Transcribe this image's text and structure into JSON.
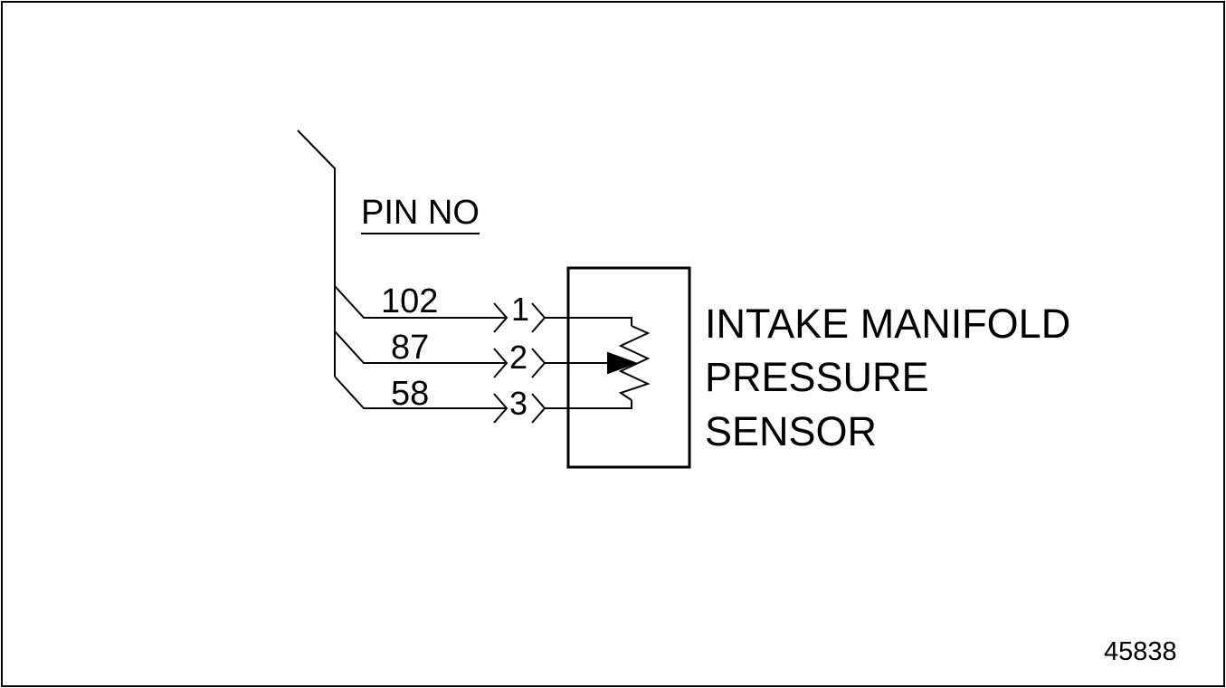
{
  "diagram": {
    "header": "PIN NO",
    "wires": [
      {
        "wire": "102",
        "pin": "1"
      },
      {
        "wire": "87",
        "pin": "2"
      },
      {
        "wire": "58",
        "pin": "3"
      }
    ],
    "component_label": [
      "INTAKE MANIFOLD",
      "PRESSURE",
      "SENSOR"
    ],
    "figure_number": "45838"
  },
  "colors": {
    "ink": "#000000",
    "background": "#ffffff"
  }
}
